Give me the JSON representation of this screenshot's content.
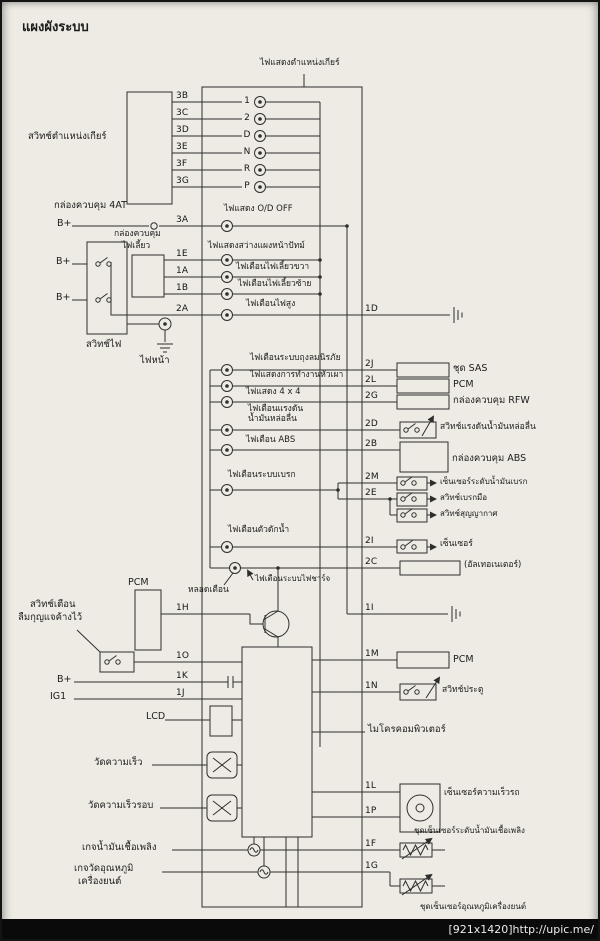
{
  "page": {
    "title": "แผงผังระบบ",
    "watermark": "[921x1420]http://upic.me/"
  },
  "codes": {
    "c3A": "3A",
    "c3B": "3B",
    "c3C": "3C",
    "c3D": "3D",
    "c3E": "3E",
    "c3F": "3F",
    "c3G": "3G",
    "c1A": "1A",
    "c1B": "1B",
    "c1D": "1D",
    "c1E": "1E",
    "c1F": "1F",
    "c1G": "1G",
    "c1H": "1H",
    "c1I": "1I",
    "c1J": "1J",
    "c1K": "1K",
    "c1L": "1L",
    "c1M": "1M",
    "c1N": "1N",
    "c1O": "1O",
    "c1P": "1P",
    "c2A": "2A",
    "c2B": "2B",
    "c2C": "2C",
    "c2D": "2D",
    "c2E": "2E",
    "c2G": "2G",
    "c2I": "2I",
    "c2J": "2J",
    "c2L": "2L",
    "c2M": "2M"
  },
  "gear": {
    "indicator": "ไฟแสดงตำแหน่งเกียร์",
    "switch": "สวิทช์ตำแหน่งเกียร์",
    "positions": {
      "p1": "1",
      "p2": "2",
      "p3": "D",
      "p4": "N",
      "p5": "R",
      "p6": "P"
    }
  },
  "labels": {
    "ctl_4at": "กล่องควบคุม 4AT",
    "bplus": "B+",
    "ig1": "IG1",
    "od_off": "ไฟแสดง O/D OFF",
    "turn_ctl1": "กล่องควบคุม",
    "turn_ctl2": "ไฟเลี้ยว",
    "panel_illum": "ไฟแสดงสว่างแผงหน้าปัทม์",
    "turn_right": "ไฟเตือนไฟเลี้ยวขวา",
    "turn_left": "ไฟเตือนไฟเลี้ยวซ้าย",
    "high_beam": "ไฟเตือนไฟสูง",
    "light_switch": "สวิทช์ไฟ",
    "headlight": "ไฟหน้า",
    "airbag": "ไฟเตือนระบบถุงลมนิรภัย",
    "sas": "ชุด SAS",
    "glow": "ไฟแสดงการทำงานหัวเผา",
    "pcm": "PCM",
    "four_by_four": "ไฟแสดง 4 x 4",
    "rfw": "กล่องควบคุม RFW",
    "oil1": "ไฟเตือนแรงดัน",
    "oil2": "น้ำมันหล่อลื่น",
    "oil_switch": "สวิทช์แรงดันน้ำมันหล่อลื่น",
    "abs_lamp": "ไฟเตือน ABS",
    "abs_box": "กล่องควบคุม ABS",
    "brake_lamp": "ไฟเตือนระบบเบรก",
    "brake_fluid": "เซ็นเซอร์ระดับน้ำมันเบรก",
    "handbrake": "สวิทช์เบรกมือ",
    "vacuum": "สวิทช์สุญญากาศ",
    "water_lamp": "ไฟเตือนตัวดักน้ำ",
    "sensor": "เซ็นเซอร์",
    "alternator": "(อัลเทอเนเตอร์)",
    "charge_lamp": "ไฟเตือนระบบไฟชาร์จ",
    "bulb": "หลอดเตือน",
    "key_warn1": "สวิทช์เตือน",
    "key_warn2": "ลืมกุญแจค้างไว้",
    "lcd": "LCD",
    "micro": "ไมโครคอมพิวเตอร์",
    "door_switch": "สวิทช์ประตู",
    "speedo": "วัดความเร็ว",
    "tacho": "วัดความเร็วรอบ",
    "speed_sensor": "เซ็นเซอร์ความเร็วรถ",
    "fuel_sensor_unit": "ชุดเซ็นเซอร์ระดับน้ำมันเชื้อเพลิง",
    "fuel_gauge": "เกจน้ำมันเชื้อเพลิง",
    "temp_gauge1": "เกจวัดอุณหภูมิ",
    "temp_gauge2": "เครื่องยนต์",
    "temp_sensor_unit": "ชุดเซ็นเซอร์อุณหภูมิเครื่องยนต์"
  }
}
